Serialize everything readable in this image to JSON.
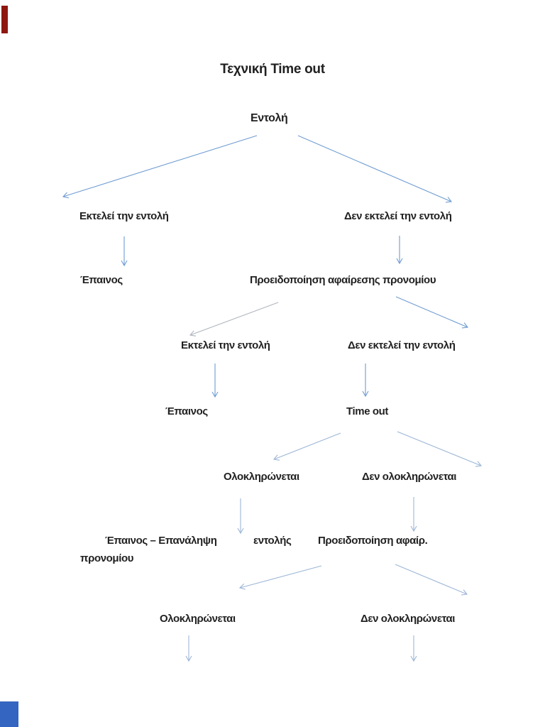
{
  "page": {
    "title": "Τεχνική Time out"
  },
  "flowchart": {
    "root": "Εντολή",
    "level1": {
      "left": "Εκτελεί την εντολή",
      "right": "Δεν εκτελεί την εντολή"
    },
    "level2": {
      "left": "Έπαινος",
      "right": "Προειδοποίηση αφαίρεσης προνομίου"
    },
    "level3": {
      "left": "Εκτελεί την εντολή",
      "right": "Δεν εκτελεί την εντολή"
    },
    "level4": {
      "left": "Έπαινος",
      "right": "Time out"
    },
    "level5": {
      "left": "Ολοκληρώνεται",
      "right": "Δεν ολοκληρώνεται"
    },
    "level6": {
      "left_part1": "Έπαινος – Επανάληψη",
      "left_part2": "εντολής",
      "right": "Προειδοποίηση αφαίρ.",
      "wrap_line": "προνομίου"
    },
    "level7": {
      "left": "Ολοκληρώνεται",
      "right": "Δεν ολοκληρώνεται"
    }
  },
  "colors": {
    "text_color": "#212121",
    "arrow_blue": "#6f9cd1",
    "arrow_pale": "#9db6d6",
    "arrow_gray": "#aeb5be",
    "marker_top": "#8e1710",
    "marker_bottom": "#3465c0"
  }
}
